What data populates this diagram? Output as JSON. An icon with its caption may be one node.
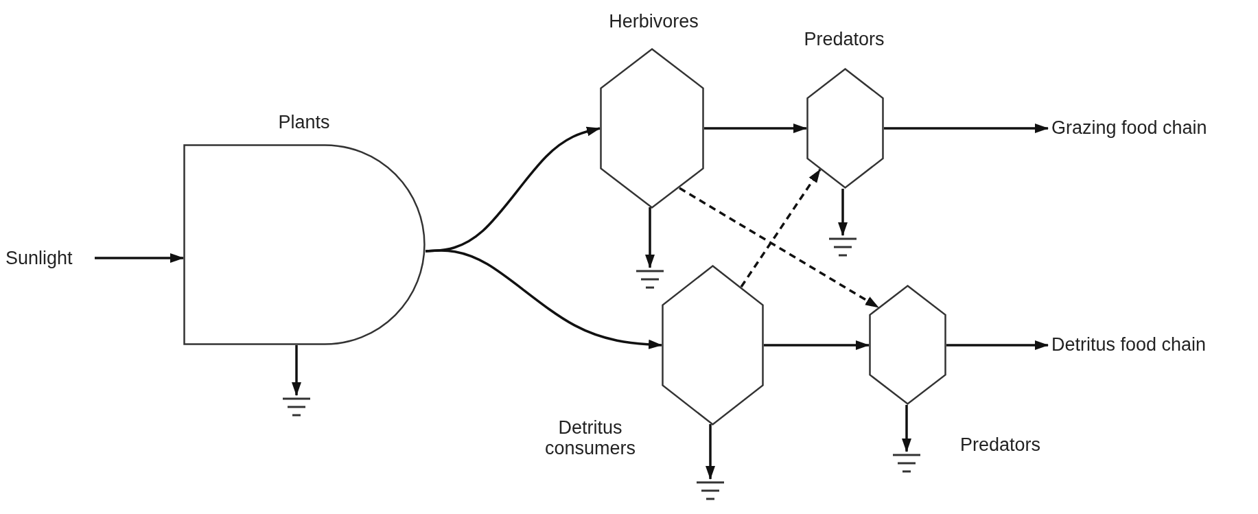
{
  "diagram": {
    "nodes": [
      {
        "text": [
          "Sunlight"
        ]
      },
      {
        "text": [
          "Plants"
        ]
      },
      {
        "text": [
          "Herbivores"
        ]
      },
      {
        "text": [
          "Predators"
        ]
      },
      {
        "text": [
          "Grazing food chain"
        ]
      },
      {
        "text": [
          "Detritus consumers"
        ]
      },
      {
        "text": [
          "Predators"
        ]
      },
      {
        "text": [
          "Detritus food chain"
        ]
      },
      {
        "text": [],
        "shape": "ground"
      },
      {
        "text": [],
        "shape": "ground"
      },
      {
        "text": [],
        "shape": "ground"
      },
      {
        "text": [],
        "shape": "ground"
      },
      {
        "text": [],
        "shape": "ground"
      }
    ],
    "edges": [
      {
        "from": 0,
        "to": 1,
        "arrow": "to"
      },
      {
        "from": 1,
        "to": 2,
        "arrow": "to"
      },
      {
        "from": 1,
        "to": 5,
        "arrow": "to"
      },
      {
        "from": 1,
        "to": 8,
        "arrow": "to"
      },
      {
        "from": 2,
        "to": 3,
        "arrow": "to"
      },
      {
        "from": 2,
        "to": 9,
        "arrow": "to"
      },
      {
        "from": 2,
        "to": 6,
        "arrow": "to",
        "style": "dashed"
      },
      {
        "from": 3,
        "to": 4,
        "arrow": "to"
      },
      {
        "from": 3,
        "to": 11,
        "arrow": "to"
      },
      {
        "from": 5,
        "to": 3,
        "arrow": "to",
        "style": "dashed"
      },
      {
        "from": 5,
        "to": 6,
        "arrow": "to"
      },
      {
        "from": 5,
        "to": 10,
        "arrow": "to"
      },
      {
        "from": 6,
        "to": 7,
        "arrow": "to"
      },
      {
        "from": 6,
        "to": 12,
        "arrow": "to"
      }
    ]
  }
}
